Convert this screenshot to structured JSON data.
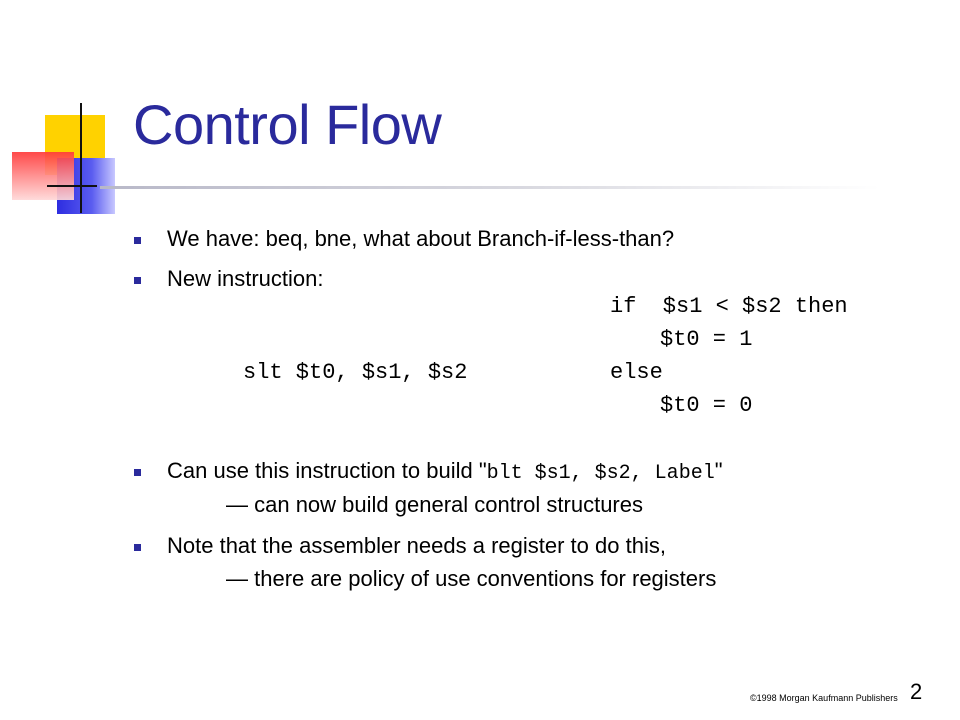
{
  "title": "Control Flow",
  "bullets": [
    {
      "text": "We have:  beq, bne, what about Branch-if-less-than?"
    },
    {
      "text": "New instruction:"
    },
    {
      "text_pre": "Can use this instruction to build  \"",
      "code": "blt $s1, $s2, Label",
      "text_post": "\"",
      "sub": "— can now build general control structures"
    },
    {
      "text": "Note that the assembler needs a register to do this,",
      "sub": "— there are policy of use conventions for registers"
    }
  ],
  "code_block": {
    "if_line": "if  $s1 < $s2 then",
    "then_line": "$t0 = 1",
    "instruction": "slt $t0, $s1, $s2",
    "else_line": "else",
    "else_assign": "$t0 = 0"
  },
  "footer": {
    "copyright": "1998  Morgan Kaufmann Publishers",
    "page": "2"
  }
}
